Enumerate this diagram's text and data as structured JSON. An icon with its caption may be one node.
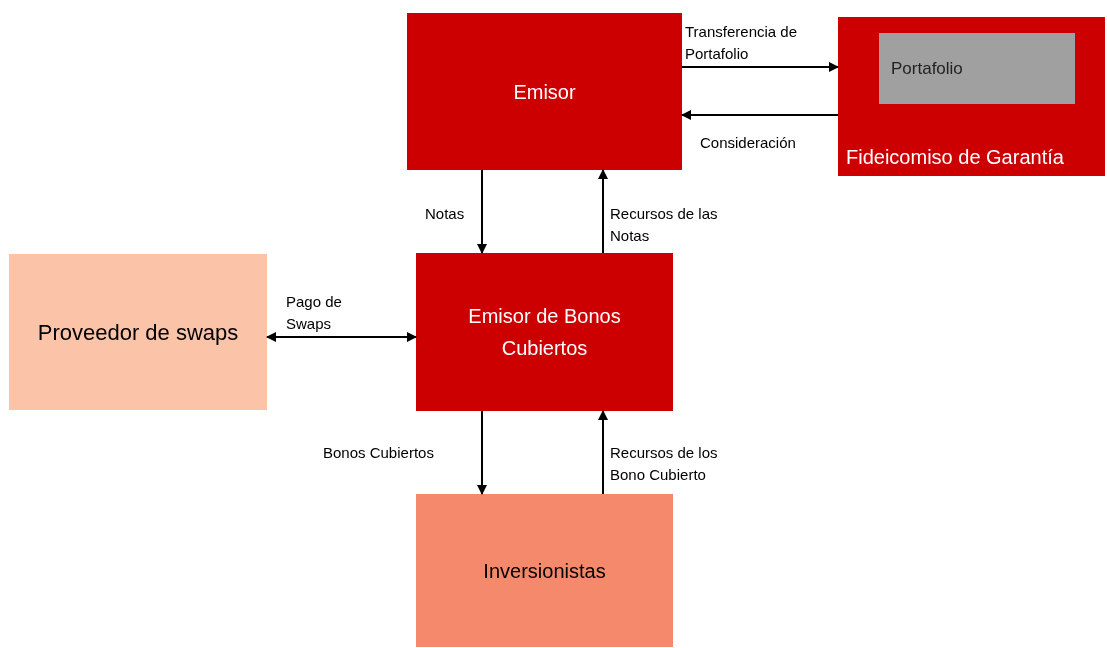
{
  "diagram": {
    "nodes": [
      {
        "text": [
          "Emisor"
        ]
      },
      {
        "text": [
          "Fideicomiso de Garantía"
        ]
      },
      {
        "text": [
          "Portafolio"
        ],
        "in": 1
      },
      {
        "text": [
          "Proveedor de swaps"
        ]
      },
      {
        "text": [
          "Emisor de Bonos Cubiertos"
        ]
      },
      {
        "text": [
          "Inversionistas"
        ]
      }
    ],
    "edges": [
      {
        "from": 0,
        "to": 1,
        "arrow": "to",
        "label": "Transferencia de Portafolio"
      },
      {
        "from": 1,
        "to": 0,
        "arrow": "to",
        "label": "Consideración"
      },
      {
        "from": 0,
        "to": 4,
        "arrow": "to",
        "label": "Notas"
      },
      {
        "from": 4,
        "to": 0,
        "arrow": "to",
        "label": "Recursos de las Notas"
      },
      {
        "from": 3,
        "to": 4,
        "arrow": "both",
        "label": "Pago de Swaps"
      },
      {
        "from": 4,
        "to": 5,
        "arrow": "to",
        "label": "Bonos Cubiertos"
      },
      {
        "from": 5,
        "to": 4,
        "arrow": "to",
        "label": "Recursos de los Bono Cubierto"
      }
    ]
  }
}
